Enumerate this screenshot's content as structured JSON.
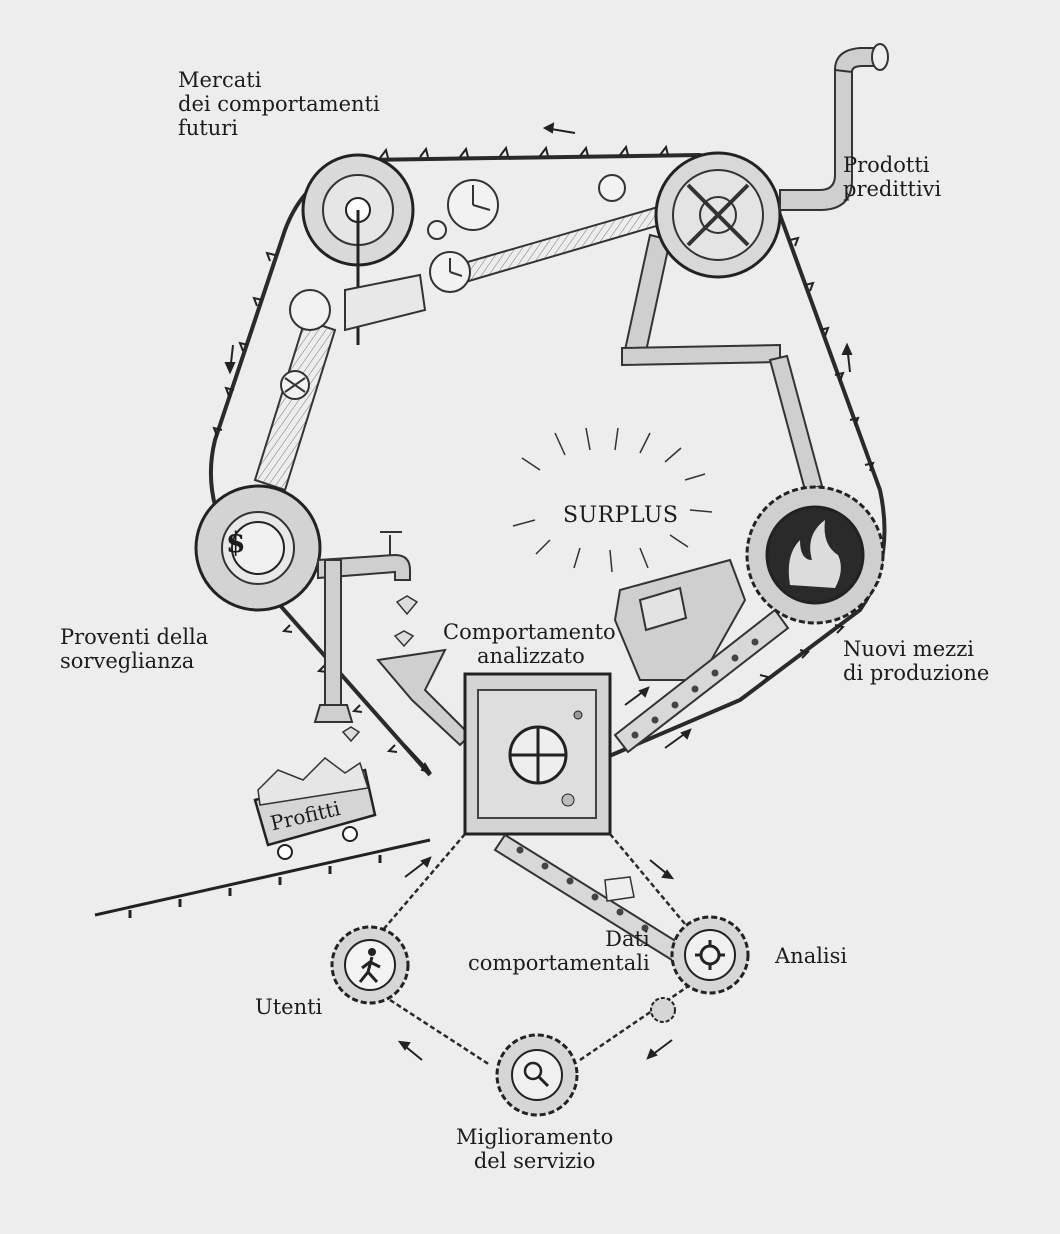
{
  "labels": {
    "mercati": [
      "Mercati",
      "dei comportamenti",
      "futuri"
    ],
    "prodotti": [
      "Prodotti",
      "predittivi"
    ],
    "proventi": [
      "Proventi della",
      "sorveglianza"
    ],
    "comportamento": [
      "Comportamento",
      "analizzato"
    ],
    "nuovi": [
      "Nuovi mezzi",
      "di produzione"
    ],
    "surplus": "SURPLUS",
    "profitti": "Profitti",
    "dati": [
      "Dati",
      "comportamentali"
    ],
    "analisi": "Analisi",
    "utenti": "Utenti",
    "miglioramento": [
      "Miglioramento",
      "del servizio"
    ]
  },
  "icons": {
    "dollar": "$"
  }
}
